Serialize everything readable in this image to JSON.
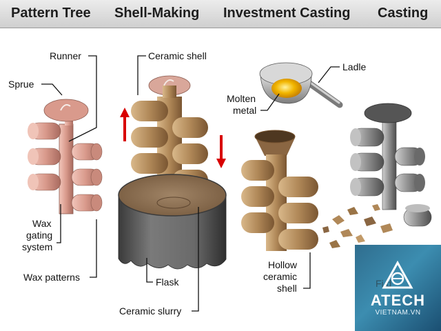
{
  "header": {
    "steps": [
      "Pattern Tree",
      "Shell-Making",
      "Investment Casting",
      "Casting"
    ]
  },
  "labels": {
    "runner": "Runner",
    "sprue": "Sprue",
    "wax_gating_1": "Wax",
    "wax_gating_2": "gating",
    "wax_gating_3": "system",
    "wax_patterns": "Wax patterns",
    "ceramic_shell": "Ceramic shell",
    "flask": "Flask",
    "ceramic_slurry": "Ceramic slurry",
    "ladle": "Ladle",
    "molten_1": "Molten",
    "molten_2": "metal",
    "hollow_1": "Hollow",
    "hollow_2": "ceramic",
    "hollow_3": "shell"
  },
  "logo": {
    "brand": "ATECH",
    "site": "VIETNAM.VN",
    "partial_label": "Fi    d"
  },
  "colors": {
    "wax": "#d99a8c",
    "ceramic": "#b08858",
    "flask": "#5c5c5c",
    "metal": "#8d8d8d",
    "molten": "#f2b600",
    "arrow": "#d80000",
    "logo_bg": "#3c8db0"
  }
}
